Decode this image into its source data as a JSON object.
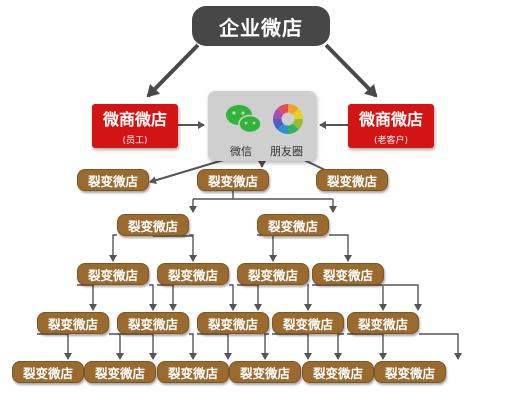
{
  "title": "企业微店",
  "left_store": {
    "label": "微商微店",
    "sub": "(员工)"
  },
  "right_store": {
    "label": "微商微店",
    "sub": "(老客户)"
  },
  "hub": {
    "wechat_label": "微信",
    "moments_label": "朋友圈"
  },
  "node_label": "裂变微店",
  "colors": {
    "node": "#9a6a2e",
    "red": "#d41414",
    "top": "#474747",
    "arrow": "#555555"
  },
  "icons": [
    "wechat-icon",
    "moments-icon"
  ]
}
